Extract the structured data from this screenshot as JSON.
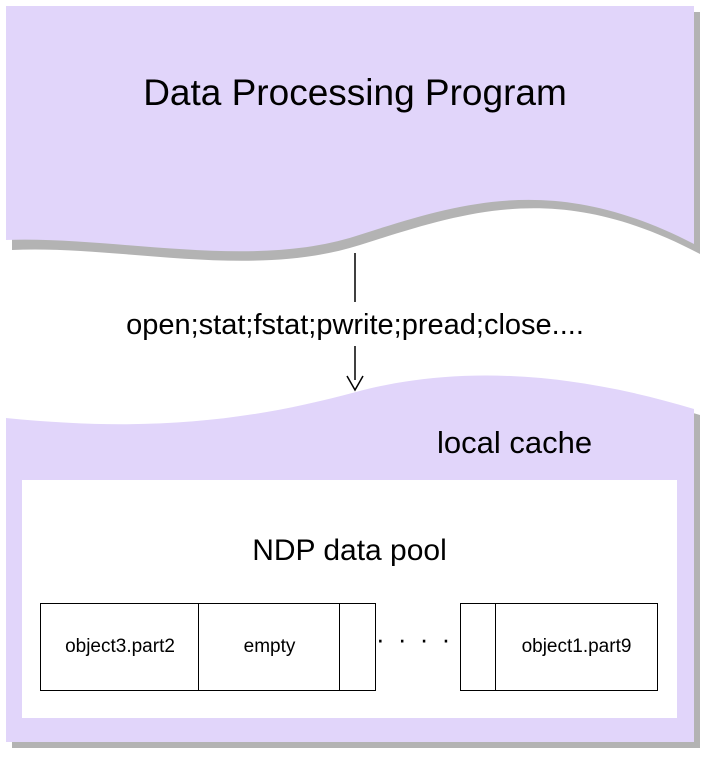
{
  "colors": {
    "shape_fill": "#e1d5fa",
    "shape_shadow": "#b3b3b3",
    "pool_fill": "#ffffff",
    "stroke": "#000000"
  },
  "program": {
    "title": "Data Processing Program"
  },
  "operations_label": "open;stat;fstat;pwrite;pread;close....",
  "cache": {
    "label": "local cache"
  },
  "pool": {
    "title": "NDP data pool",
    "slots": [
      "object3.part2",
      "empty",
      "",
      "",
      "object1.part9"
    ],
    "ellipsis": "· · · · ·"
  }
}
